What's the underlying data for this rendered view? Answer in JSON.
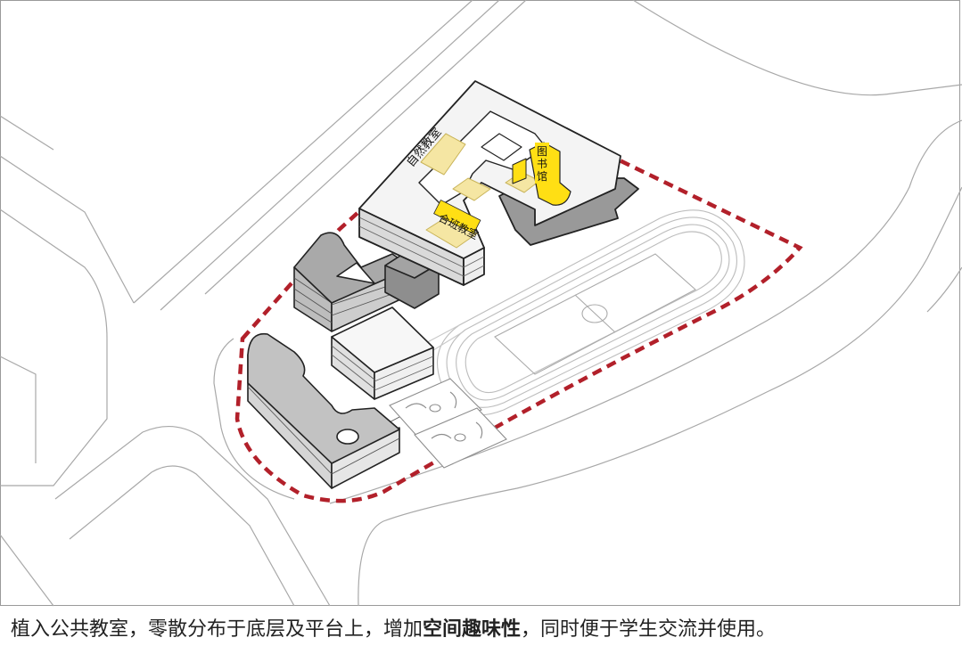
{
  "labels": {
    "nature_classroom": "自然教室",
    "combined_classroom": "合班教室",
    "library": "图书馆"
  },
  "caption": {
    "part1": "植入公共教室，零散分布于底层及平台上，增加",
    "emphasis": "空间趣味性",
    "part2": "，同时便于学生交流并使用。"
  },
  "colors": {
    "site_boundary": "#b2202a",
    "highlight_yellow": "#ffdf14",
    "highlight_pale": "#f5e6a3",
    "building_grey": "#cfcfcf",
    "building_dark": "#9b9b9b",
    "roof_white": "#f4f4f4"
  }
}
